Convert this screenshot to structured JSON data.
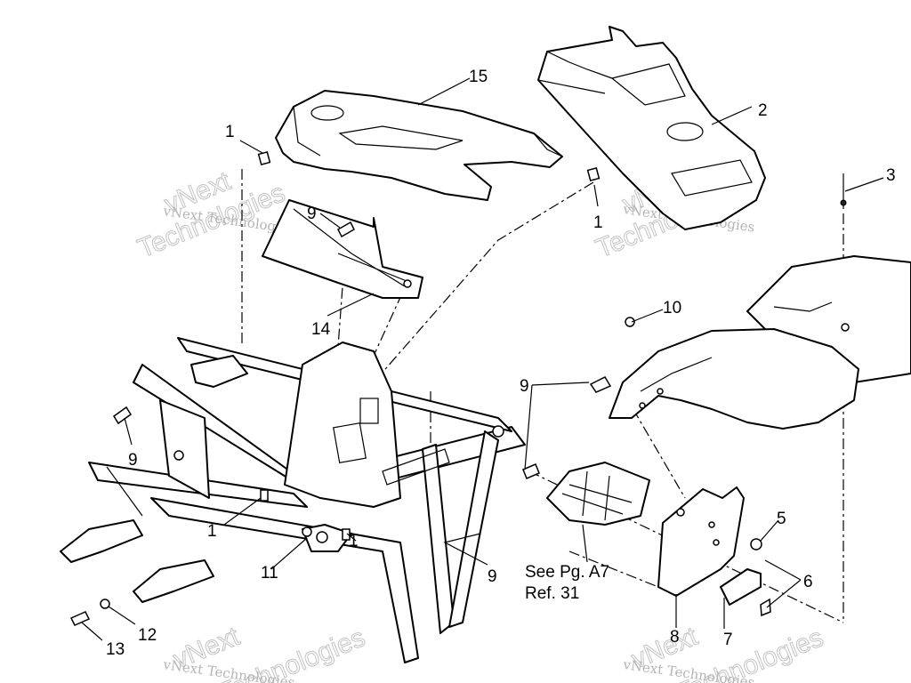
{
  "diagram": {
    "callouts": {
      "c1_top_left": "1",
      "c1_top_center": "1",
      "c1_lower_left": "1",
      "c1_lower_mid": "1",
      "c2": "2",
      "c3": "3",
      "c5": "5",
      "c6": "6",
      "c7": "7",
      "c8": "8",
      "c9_upper": "9",
      "c9_left": "9",
      "c9_right_upper": "9",
      "c9_bottom": "9",
      "c10": "10",
      "c11": "11",
      "c12": "12",
      "c13": "13",
      "c14": "14",
      "c15": "15"
    },
    "reference_note": {
      "line1": "See Pg. A7",
      "line2": "Ref. 31"
    },
    "watermarks": {
      "text_small": "vNext Technologies",
      "text_big_1": "vNext",
      "text_big_2": "Technologies"
    }
  }
}
